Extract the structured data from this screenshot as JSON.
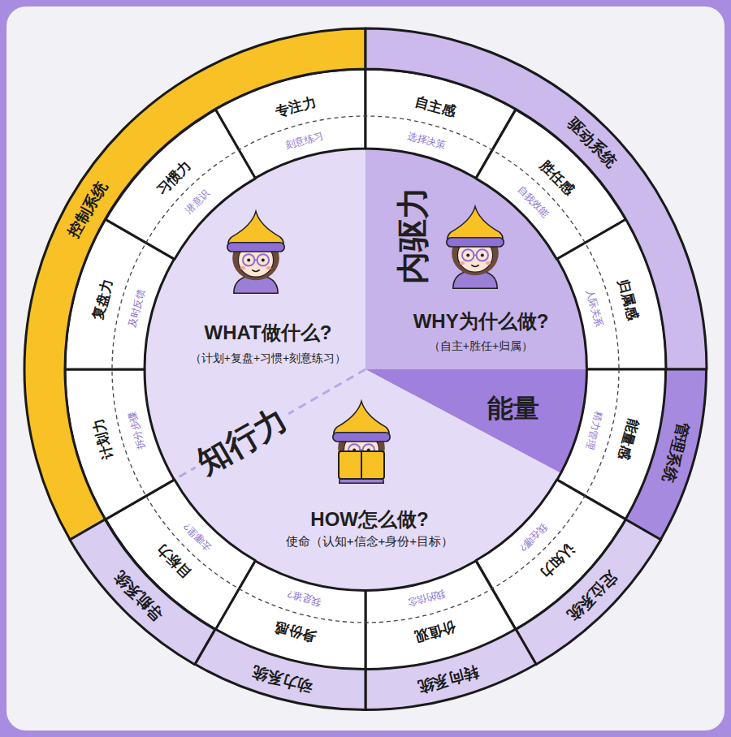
{
  "diagram": {
    "nodes": [
      {
        "text": [
          "WHAT做什么?",
          "（计划+复盘+习惯+刻意练习）"
        ]
      },
      {
        "text": [
          "内驱力",
          "WHY为什么做?",
          "（自主+胜任+归属）"
        ]
      },
      {
        "text": [
          "能量"
        ]
      },
      {
        "text": [
          "HOW怎么做?",
          "使命（认知+信念+身份+目标）"
        ]
      },
      {
        "text": [
          "专注力",
          "刻意练习"
        ]
      },
      {
        "text": [
          "自主感",
          "选择决策"
        ]
      },
      {
        "text": [
          "胜任感",
          "自我效能"
        ]
      },
      {
        "text": [
          "归属感",
          "人际关系"
        ]
      },
      {
        "text": [
          "能量感",
          "精力管理"
        ]
      },
      {
        "text": [
          "认知力",
          "我在哪?"
        ]
      },
      {
        "text": [
          "价值观",
          "我的信念"
        ]
      },
      {
        "text": [
          "身份感",
          "我是谁?"
        ]
      },
      {
        "text": [
          "目标力",
          "去哪里?"
        ]
      },
      {
        "text": [
          "计划力",
          "拆分步骤"
        ]
      },
      {
        "text": [
          "复盘力",
          "及时反馈"
        ]
      },
      {
        "text": [
          "习惯力",
          "潜意识"
        ]
      },
      {
        "text": [
          "控制系统"
        ]
      },
      {
        "text": [
          "驱动系统"
        ]
      },
      {
        "text": [
          "管理系统"
        ]
      },
      {
        "text": [
          "定位系统"
        ]
      },
      {
        "text": [
          "转向系统"
        ]
      },
      {
        "text": [
          "动力系统"
        ]
      },
      {
        "text": [
          "导航系统"
        ]
      }
    ],
    "labels": [
      "知行力"
    ]
  }
}
